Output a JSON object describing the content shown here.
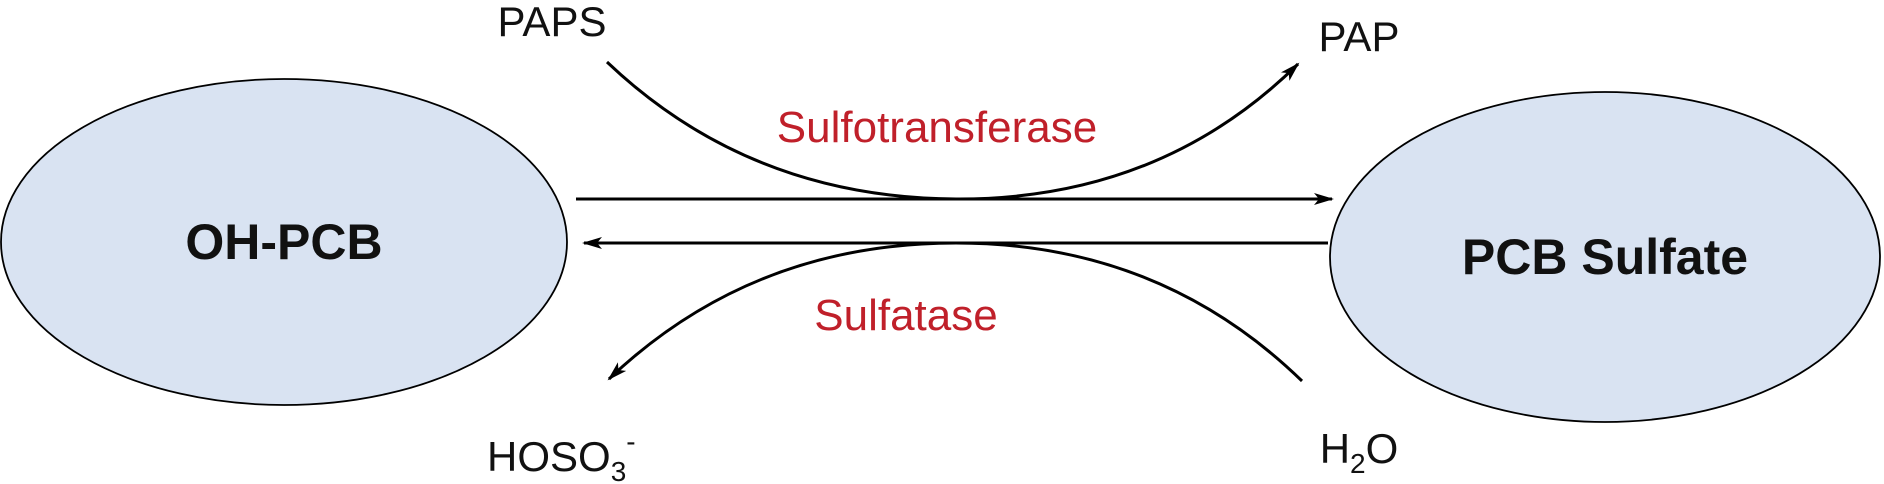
{
  "nodes": {
    "left": {
      "label": "OH-PCB"
    },
    "right": {
      "label": "PCB Sulfate"
    }
  },
  "forward": {
    "enzyme": "Sulfotransferase",
    "substrate": "PAPS",
    "product": "PAP"
  },
  "reverse": {
    "enzyme": "Sulfatase",
    "substrate": {
      "base": "H",
      "sub": "2",
      "tail": "O"
    },
    "product": {
      "base": "HOSO",
      "sub": "3",
      "sup": "-"
    }
  },
  "colors": {
    "node_fill": "#d9e3f2",
    "enzyme_text": "#c0202a",
    "lines": "#000000"
  }
}
